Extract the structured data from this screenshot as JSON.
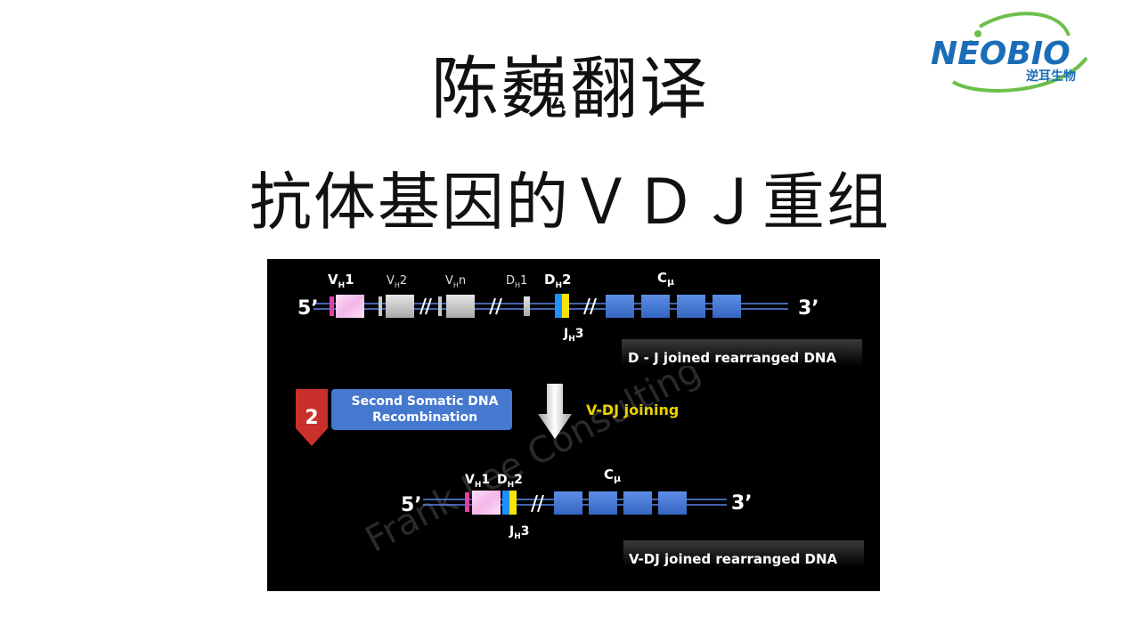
{
  "title": {
    "line1": "陈巍翻译",
    "line2": "抗体基因的ＶＤＪ重组"
  },
  "logo": {
    "text": "NEOBIO",
    "sub": "逆耳生物",
    "colors": {
      "blue": "#1b6db7",
      "green": "#6cc04a"
    }
  },
  "diagram": {
    "top_strand": {
      "five_prime": "5’",
      "three_prime": "3’",
      "labels": {
        "vh1": {
          "main": "V",
          "sub": "H",
          "suffix": "1"
        },
        "vh2": {
          "main": "V",
          "sub": "H",
          "suffix": "2"
        },
        "vhn": {
          "main": "V",
          "sub": "H",
          "suffix": "n"
        },
        "dh1": {
          "main": "D",
          "sub": "H",
          "suffix": "1"
        },
        "dh2": {
          "main": "D",
          "sub": "H",
          "suffix": "2"
        },
        "jh3": {
          "main": "J",
          "sub": "H",
          "suffix": "3"
        },
        "cmu": {
          "main": "C",
          "sub": "μ"
        }
      },
      "caption": "D - J   joined rearranged DNA"
    },
    "step": {
      "number": "2",
      "label_line1": "Second Somatic DNA",
      "label_line2": "Recombination",
      "joining_label": "V-DJ  joining"
    },
    "bottom_strand": {
      "five_prime": "5’",
      "three_prime": "3’",
      "labels": {
        "vh1": {
          "main": "V",
          "sub": "H",
          "suffix": "1"
        },
        "dh2": {
          "main": "D",
          "sub": "H",
          "suffix": "2"
        },
        "jh3": {
          "main": "J",
          "sub": "H",
          "suffix": "3"
        },
        "cmu": {
          "main": "C",
          "sub": "μ"
        }
      },
      "caption": "V-DJ   joined rearranged DNA"
    },
    "watermark": "Frank Lee Consulting",
    "colors": {
      "vh1_gene": "#f6c6ef",
      "vh1_leader": "#e040a8",
      "gray_gene": "#c8c8c8",
      "dh2_gene": "#1e90ff",
      "jh3_gene": "#f5e500",
      "c_gene": "#4a7ed8",
      "dna_line": "#5b86e5",
      "step_red": "#c9302c",
      "step_blue": "#4578cf",
      "joining_text": "#e8d300"
    }
  }
}
